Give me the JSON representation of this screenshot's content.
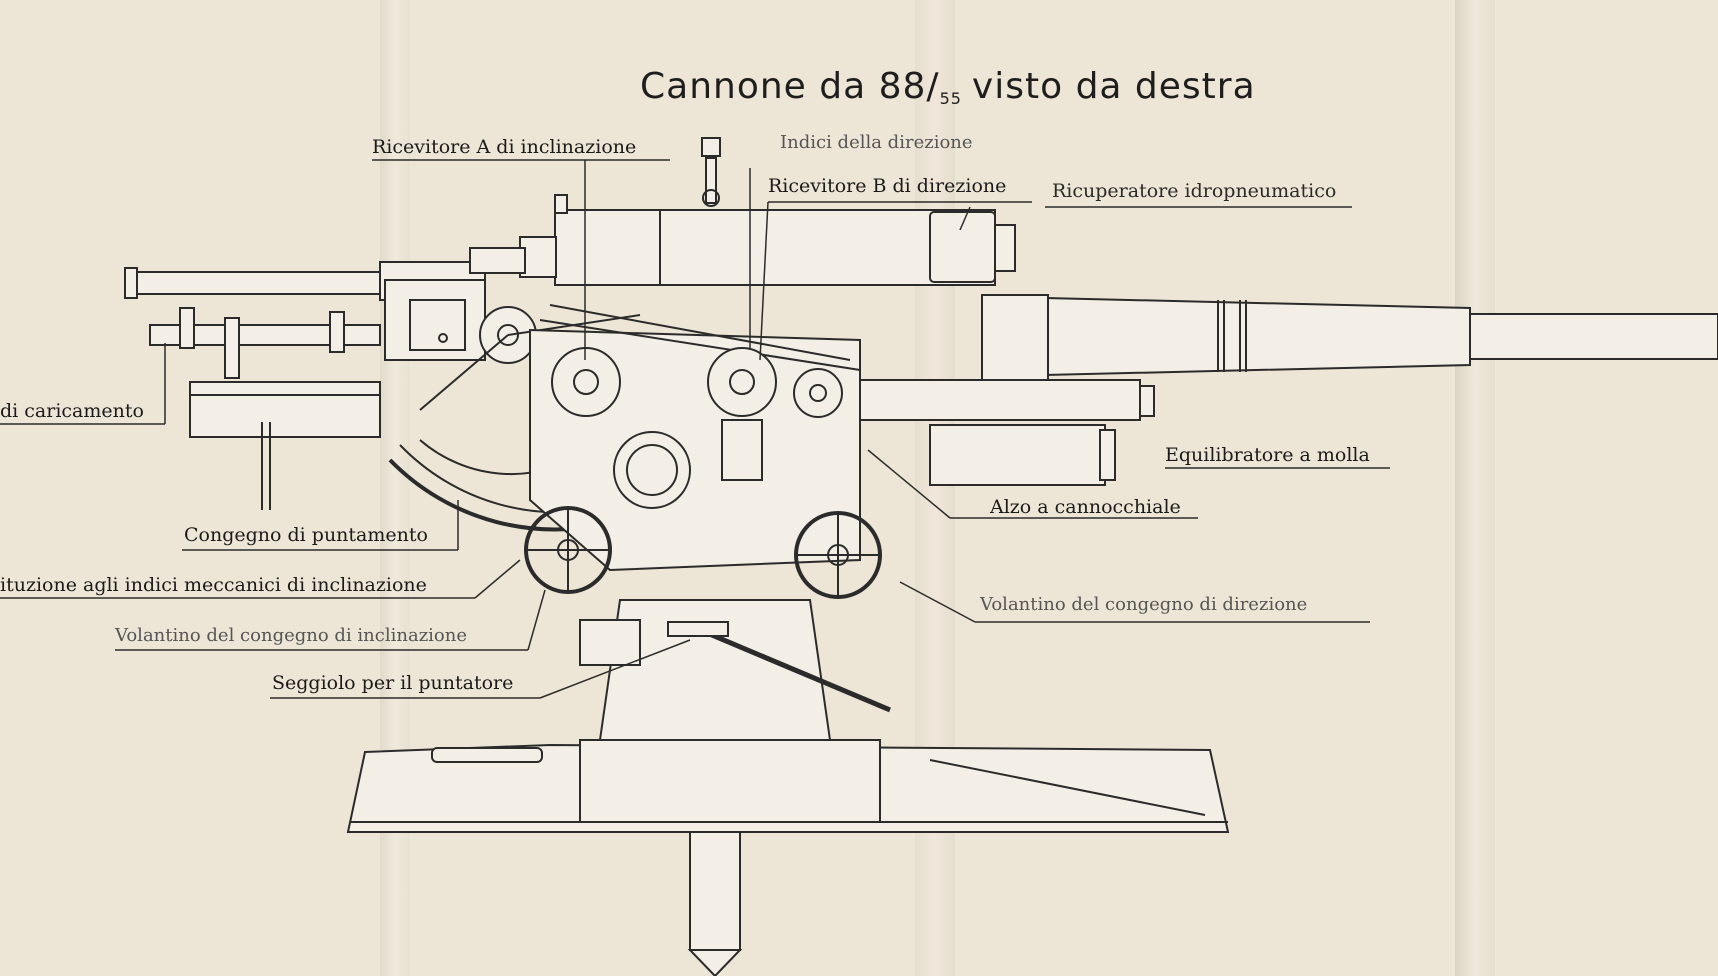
{
  "title": {
    "prefix": "Cannone da 88/",
    "subscript": "55",
    "suffix": "visto da destra"
  },
  "labels": {
    "ricevitore_a": "Ricevitore A di inclinazione",
    "indici_direzione": "Indici della direzione",
    "ricevitore_b": "Ricevitore B di direzione",
    "ricuperatore": "Ricuperatore idropneumatico",
    "caricamento": "di caricamento",
    "equilibratore": "Equilibratore a molla",
    "alzo": "Alzo a cannocchiale",
    "congegno_puntamento": "Congegno di puntamento",
    "indici_meccanici": "ituzione agli indici meccanici di inclinazione",
    "volantino_direzione": "Volantino del congegno di direzione",
    "volantino_inclinazione": "Volantino del congegno di inclinazione",
    "seggiolo": "Seggiolo per il puntatore"
  },
  "colors": {
    "paper": "#ede6d6",
    "ink": "#2a2a2a"
  }
}
